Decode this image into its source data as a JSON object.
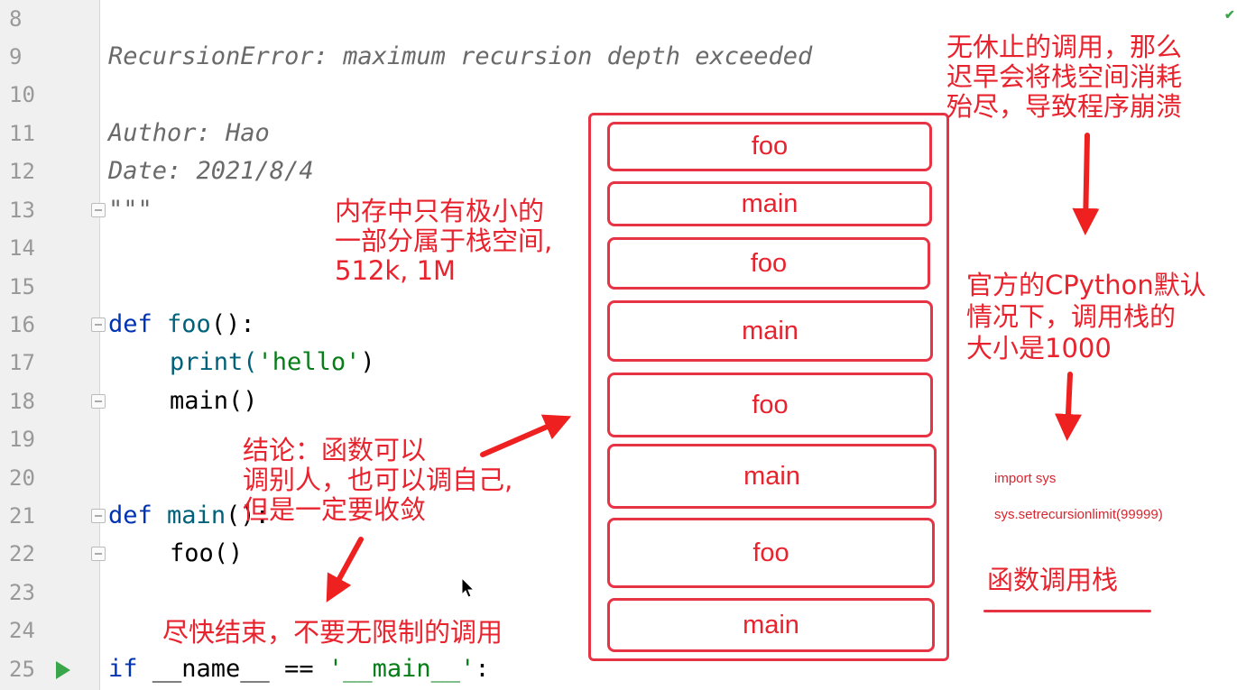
{
  "editor": {
    "line_numbers": [
      "8",
      "9",
      "10",
      "11",
      "12",
      "13",
      "14",
      "15",
      "16",
      "17",
      "18",
      "19",
      "20",
      "21",
      "22",
      "23",
      "24",
      "25"
    ],
    "docstring": {
      "error_line": "RecursionError: maximum recursion depth exceeded",
      "author": "Author: Hao",
      "date": "Date: 2021/8/4",
      "close": "\"\"\""
    },
    "code": {
      "def_kw": "def",
      "foo_name": "foo",
      "foo_sig": "():",
      "print_call": "print(",
      "hello_str": "'hello'",
      "print_close": ")",
      "main_call": "main()",
      "main_name": "main",
      "main_sig": "():",
      "foo_call": "foo()",
      "if_kw": "if",
      "if_rest": " __name__ == ",
      "main_str": "'__main__'",
      "if_colon": ":"
    }
  },
  "annotations": {
    "top_right": [
      "无休止的调用，那么",
      "迟早会将栈空间消耗",
      "殆尽，导致程序崩溃"
    ],
    "memory": [
      "内存中只有极小的",
      "一部分属于栈空间,",
      "512k, 1M"
    ],
    "cpython": [
      "官方的CPython默认",
      "情况下，调用栈的",
      "大小是1000"
    ],
    "conclusion": [
      "结论：函数可以",
      "调别人，也可以调自己,",
      "但是一定要收敛"
    ],
    "bottom": "尽快结束，不要无限制的调用",
    "import_sys": "import sys",
    "set_limit": "sys.setrecursionlimit(99999)",
    "stack_title": "函数调用栈"
  },
  "call_stack": [
    "foo",
    "main",
    "foo",
    "main",
    "foo",
    "main",
    "foo",
    "main"
  ],
  "colors": {
    "annotation_red": "#e8232e",
    "keyword": "#0033b3",
    "function": "#00627a",
    "string": "#067d17",
    "docstring": "#6a6a6a"
  }
}
